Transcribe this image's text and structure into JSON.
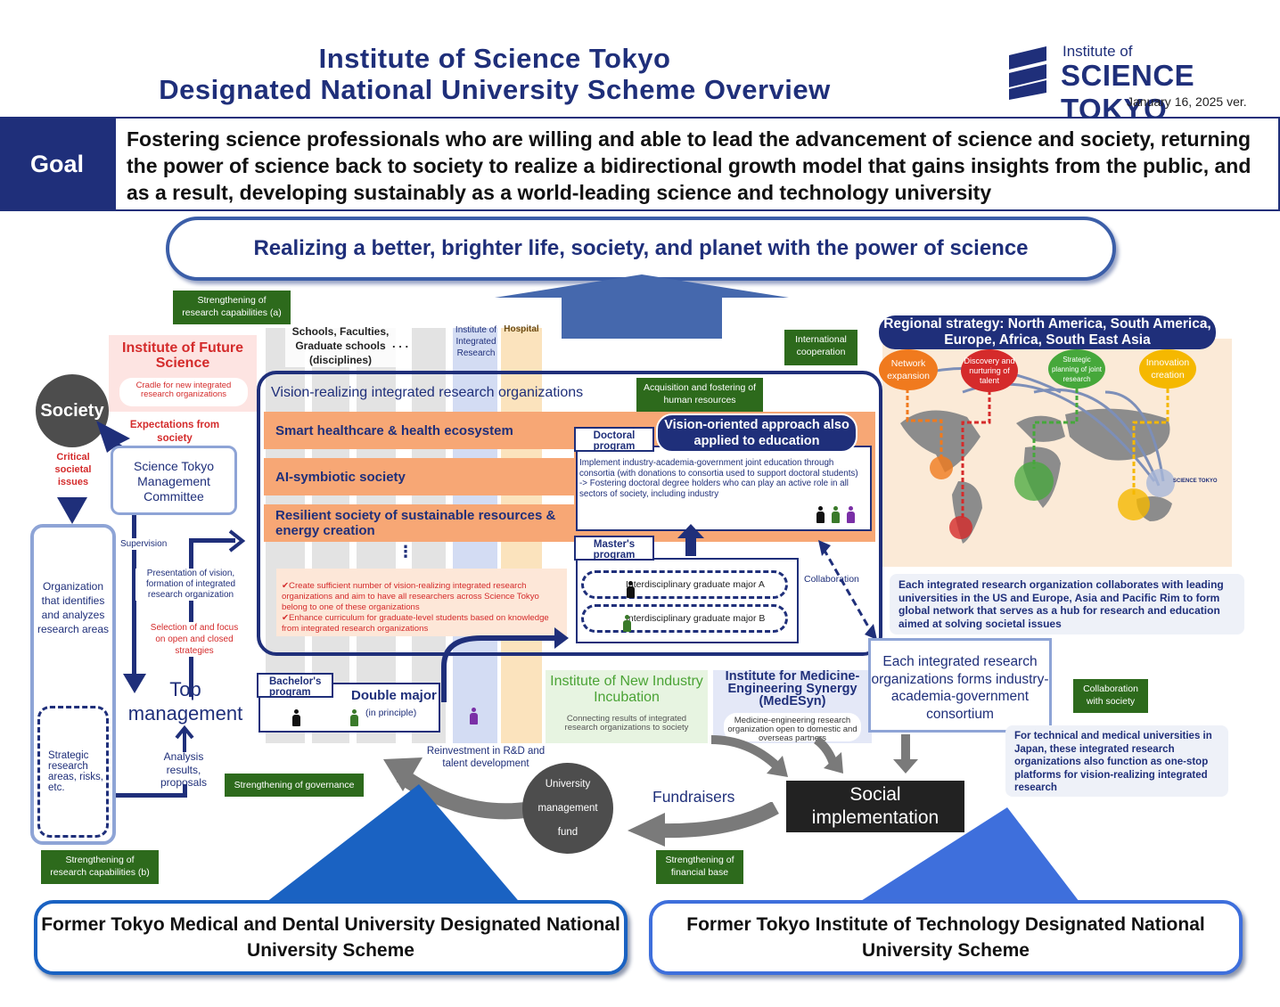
{
  "header": {
    "title_line1": "Institute of Science Tokyo",
    "title_line2": "Designated National University Scheme Overview",
    "logo_small": "Institute of",
    "logo_large": "SCIENCE TOKYO",
    "version": "January 16, 2025 ver."
  },
  "goal": {
    "label": "Goal",
    "text": "Fostering science professionals who are willing and able to lead the advancement of science and society, returning the power of science back to society to realize a bidirectional growth model that gains insights from the public, and as a result, developing sustainably as a world-leading science and technology university"
  },
  "vision": "Realizing a better, brighter life, society, and planet with the power of science",
  "tags": {
    "research_a": "Strengthening of research capabilities (a)",
    "international": "International cooperation",
    "human_resources": "Acquisition and fostering of human resources",
    "governance": "Strengthening of governance",
    "research_b": "Strengthening of research capabilities (b)",
    "financial": "Strengthening of financial base",
    "collab_society": "Collaboration with society"
  },
  "left": {
    "future_science_title": "Institute of Future Science",
    "future_science_sub": "Cradle for new integrated research organizations",
    "society": "Society",
    "expectations": "Expectations from society",
    "critical": "Critical societal issues",
    "committee": "Science Tokyo Management Committee",
    "supervision": "Supervision",
    "presentation": "Presentation of vision, formation of integrated research organization",
    "selection": "Selection of and focus on open and closed strategies",
    "top_management": "Top management",
    "analysis": "Analysis results, proposals",
    "org_identifies": "Organization that identifies and analyzes research areas",
    "strategic": "Strategic research areas, risks, etc."
  },
  "columns": {
    "schools": "Schools, Faculties, Graduate schools (disciplines)",
    "dots": ". . .",
    "integrated_research": "Institute of Integrated Research",
    "hospital": "Hospital"
  },
  "center": {
    "vision_orgs": "Vision-realizing integrated research organizations",
    "band1": "Smart healthcare & health ecosystem",
    "band2": "AI-symbiotic society",
    "band3": "Resilient society of sustainable resources & energy creation",
    "vdots": "⋮",
    "checks": [
      "✔Create sufficient number of vision-realizing integrated research organizations and aim to have all researchers across Science Tokyo belong to one of these organizations",
      "✔Enhance curriculum for graduate-level students based on knowledge from integrated research organizations"
    ],
    "doctoral_tab": "Doctoral program",
    "vision_pill": "Vision-oriented approach also applied to education",
    "doctoral_text": "Implement industry-academia-government joint education through consortia (with donations to consortia used to support doctoral students)\n-> Fostering doctoral degree holders who can play an active role in all sectors of society, including industry",
    "masters_tab": "Master's program",
    "major_a": "Interdisciplinary graduate major A",
    "major_b": "Interdisciplinary graduate major B",
    "collaboration": "Collaboration",
    "bachelors_tab": "Bachelor's program",
    "double_major": "Double major",
    "in_principle": "(in principle)"
  },
  "institutes": {
    "new_industry_title": "Institute of New Industry Incubation",
    "new_industry_sub": "Connecting results of integrated research organizations to society",
    "medesyn_title": "Institute for Medicine-Engineering Synergy (MedESyn)",
    "medesyn_sub": "Medicine-engineering research organization open to domestic and overseas partners",
    "consortium": "Each integrated research organizations forms industry-academia-government consortium"
  },
  "regional": {
    "title": "Regional strategy: North America, South America, Europe, Africa, South East Asia",
    "bubbles": [
      "Network expansion",
      "Discovery and nurturing of talent",
      "Strategic planning of joint research",
      "Innovation creation"
    ],
    "bubble_colors": [
      "#f07a1e",
      "#d52b2b",
      "#46a83b",
      "#f5b800"
    ],
    "map_label": "SCIENCE TOKYO",
    "note": "Each integrated research organization collaborates with leading universities in the US and Europe, Asia and Pacific Rim to form global network that serves as a hub for research and education aimed at solving societal issues"
  },
  "lower": {
    "reinvestment": "Reinvestment in R&D and talent development",
    "fund": "University management fund",
    "fundraisers": "Fundraisers",
    "social": "Social implementation",
    "one_stop": "For technical and medical universities in Japan, these integrated research organizations also function as one-stop platforms for vision-realizing integrated research"
  },
  "bottom": {
    "left": "Former Tokyo Medical and Dental University Designated National University Scheme",
    "right": "Former Tokyo Institute of Technology Designated National University Scheme"
  },
  "colors": {
    "navy": "#1f2f7a",
    "accent_blue": "#1a62c2",
    "orange_band": "#f7a775",
    "green_tag": "#2d6a1c"
  }
}
